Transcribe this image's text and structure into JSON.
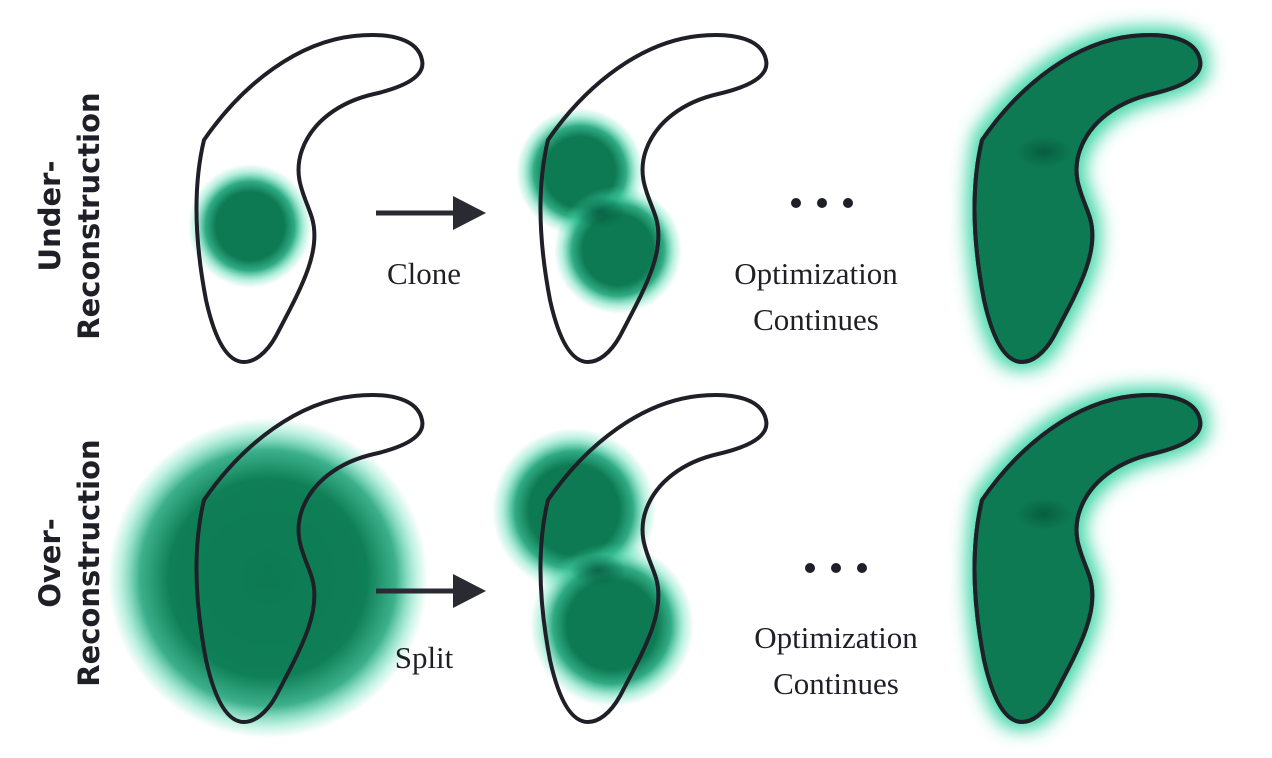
{
  "colors": {
    "outline": "#1f1f27",
    "gaussian_core": "#0d7a53",
    "gaussian_glow": "#3fd6a6",
    "arrow": "#2a2a33",
    "background": "#ffffff"
  },
  "rows": [
    {
      "label_line1": "Under-",
      "label_line2": "Reconstruction",
      "operation": "Clone",
      "continues_line1": "Optimization",
      "continues_line2": "Continues"
    },
    {
      "label_line1": "Over-",
      "label_line2": "Reconstruction",
      "operation": "Split",
      "continues_line1": "Optimization",
      "continues_line2": "Continues"
    }
  ],
  "icons": {
    "ellipsis": "ellipsis-icon",
    "arrow": "right-arrow-icon"
  }
}
